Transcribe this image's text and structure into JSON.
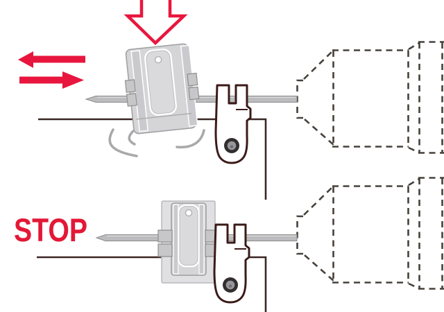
{
  "diagram": {
    "stop_label": "STOP",
    "panels": {
      "top": {
        "state": "moving-vibrating",
        "indicators": [
          "press-down-arrow",
          "reciprocate-left-arrow",
          "reciprocate-right-arrow",
          "vibration-marks"
        ],
        "parts": [
          "clutch-plate-tilted",
          "clevis-fork",
          "shaft",
          "dashed-chuck-outline",
          "frame-line"
        ]
      },
      "bottom": {
        "state": "stopped",
        "label": "STOP",
        "parts": [
          "clutch-plate-upright",
          "backing-plate",
          "clevis-fork",
          "shaft",
          "dashed-chuck-outline",
          "frame-line"
        ]
      }
    }
  },
  "colors": {
    "red": "#e8163e",
    "red2": "#e31837",
    "ink": "#3a2624",
    "ink2": "#3a1b18",
    "dash": "#46403a",
    "metal": "#d5d5d7",
    "metalEdge": "#9e9ea0",
    "backing": "#e0e0e2",
    "shaft": "#bcbcbe",
    "shaftEdge": "#8a8a8c",
    "arc": "#a9a9ab",
    "white": "#ffffff"
  }
}
